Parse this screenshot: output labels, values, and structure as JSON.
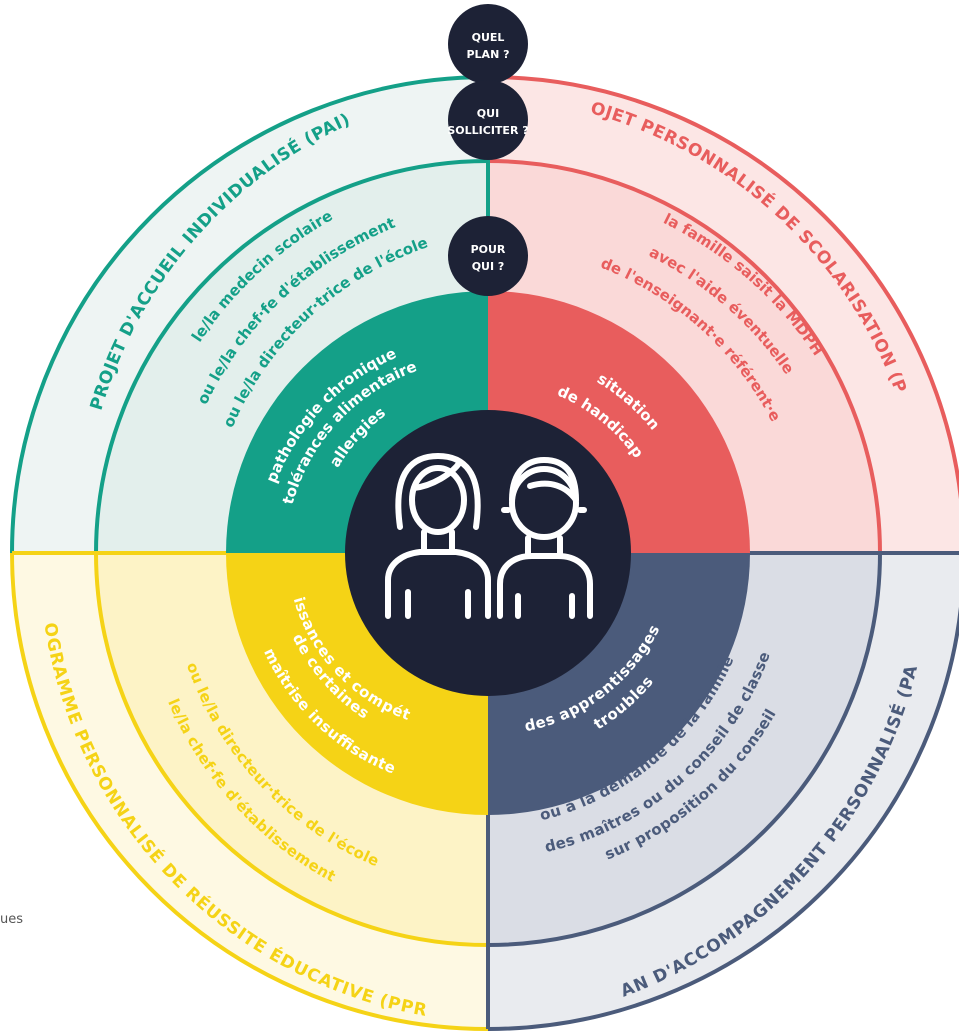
{
  "colors": {
    "pai": "#14a088",
    "pps": "#e85d5d",
    "pap": "#4b5b7b",
    "ppre": "#f5d316",
    "center": "#1d2236",
    "pai_outer": "#eef4f3",
    "pai_mid": "#e3efec",
    "pps_outer": "#fce6e5",
    "pps_mid": "#fad9d8",
    "pap_outer": "#e9ebef",
    "pap_mid": "#dadde5",
    "ppre_outer": "#fef9e3",
    "ppre_mid": "#fdf3c6"
  },
  "badges": {
    "quel_plan": [
      "QUEL",
      "PLAN ?"
    ],
    "qui_solliciter": [
      "QUI",
      "SOLLICITER ?"
    ],
    "pour_qui": [
      "POUR",
      "QUI ?"
    ]
  },
  "center_icon": "two-children-icon",
  "quadrants": {
    "pai": {
      "plan": "PROJET D'ACCUEIL INDIVIDUALISÉ (PAI)",
      "who": [
        "le/la medecin scolaire",
        "ou le/la chef·fe d'établissement",
        "ou le/la directeur·trice de l'école"
      ],
      "pour": [
        "pathologie chronique",
        "intolérances alimentaires",
        "allergies"
      ]
    },
    "pps": {
      "plan": "PROJET PERSONNALISÉ DE SCOLARISATION (PPS)",
      "who": [
        "la famille saisit la MDPH",
        "avec l'aide éventuelle",
        "de l'enseignant·e référent·e"
      ],
      "pour": [
        "situation",
        "de handicap"
      ]
    },
    "pap": {
      "plan": "PLAN D'ACCOMPAGNEMENT PERSONNALISÉ (PAP)",
      "who": [
        "sur proposition du conseil",
        "des maîtres ou du conseil de classe",
        "ou à la demande de la famille"
      ],
      "pour": [
        "troubles",
        "des apprentissages"
      ]
    },
    "ppre": {
      "plan": "PROGRAMME PERSONNALISÉ DE RÉUSSITE ÉDUCATIVE (PPRE)",
      "who": [
        "le/la chef·fe d'établissement",
        "ou le/la directeur·trice de l'école"
      ],
      "pour": [
        "maîtrise insuffisante",
        "de certaines",
        "connaissances et compétences"
      ]
    }
  },
  "stray_text": "ues"
}
